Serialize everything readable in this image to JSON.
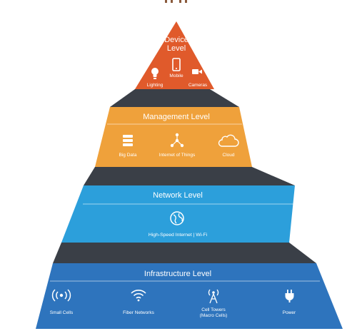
{
  "colors": {
    "device": "#E05A2B",
    "management": "#EFA13B",
    "network": "#2C9FDB",
    "infrastructure": "#2E74BD",
    "connector": "#3A3F47",
    "text": "#FFFFFF"
  },
  "levels": {
    "device": {
      "title_line1": "Device",
      "title_line2": "Level",
      "items": [
        {
          "label": "Lighting",
          "icon": "lightbulb-icon"
        },
        {
          "label": "Mobile",
          "icon": "mobile-icon"
        },
        {
          "label": "Cameras",
          "icon": "camera-icon"
        }
      ]
    },
    "management": {
      "title": "Management Level",
      "items": [
        {
          "label": "Big Data",
          "icon": "database-icon"
        },
        {
          "label": "Internet of Things",
          "icon": "network-nodes-icon"
        },
        {
          "label": "Cloud",
          "icon": "cloud-icon"
        }
      ]
    },
    "network": {
      "title": "Network Level",
      "items": [
        {
          "label": "High-Speed Internet  |  Wi-Fi",
          "icon": "globe-icon"
        }
      ]
    },
    "infrastructure": {
      "title": "Infrastructure Level",
      "items": [
        {
          "label": "Small Cells",
          "icon": "broadcast-icon"
        },
        {
          "label": "Fiber Networks",
          "icon": "wifi-icon"
        },
        {
          "label_line1": "Cell Towers",
          "label_line2": "(Macro Cells)",
          "icon": "cell-tower-icon"
        },
        {
          "label": "Power",
          "icon": "power-plug-icon"
        }
      ]
    }
  }
}
